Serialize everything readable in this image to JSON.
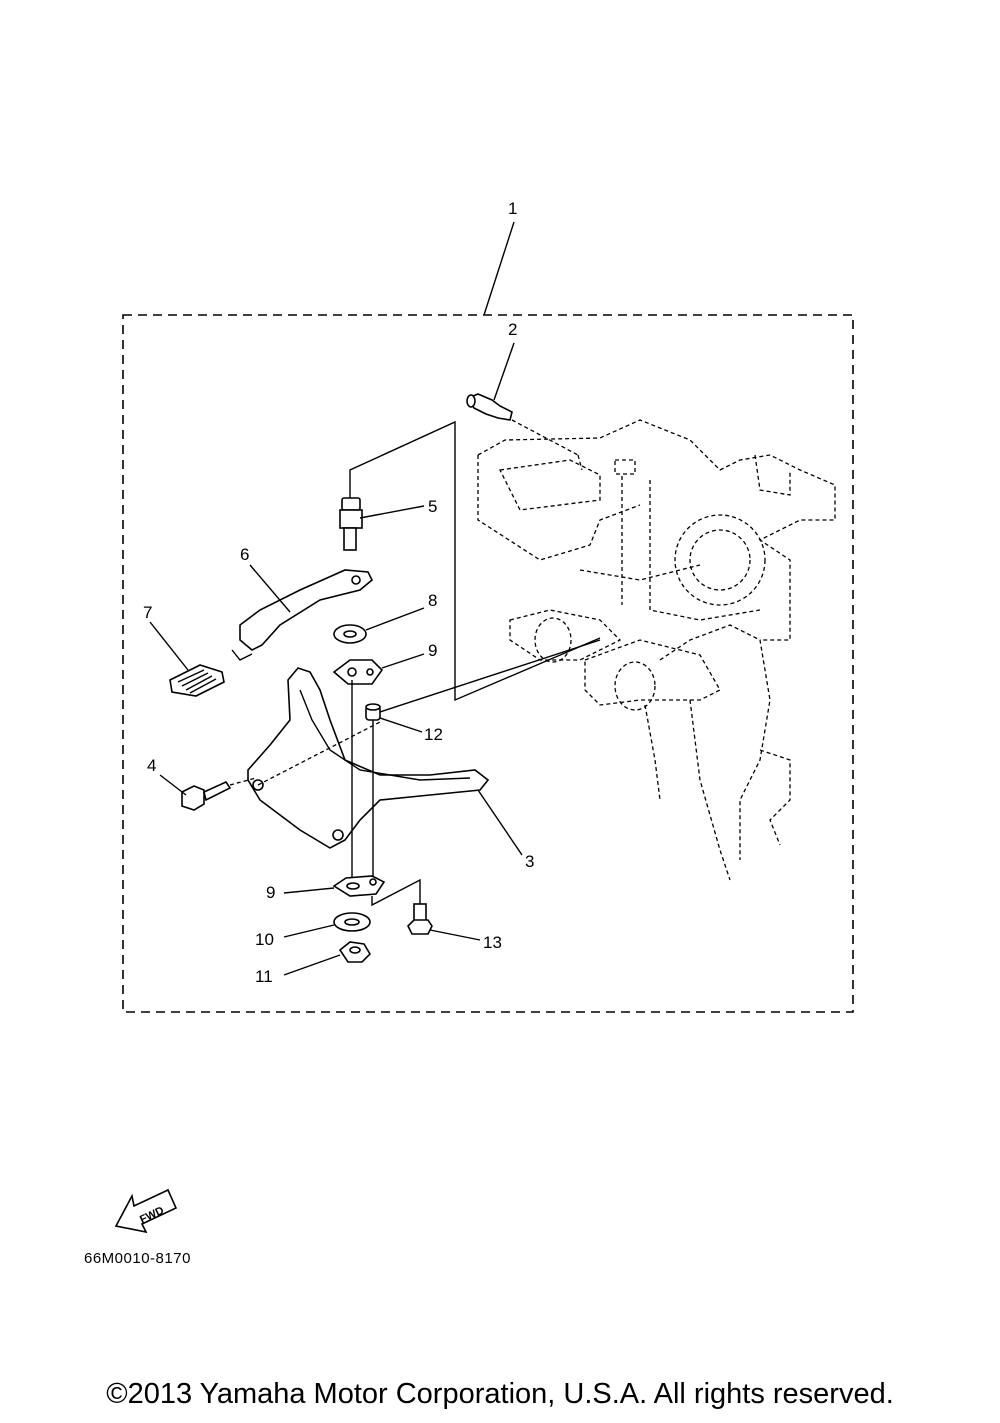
{
  "diagram": {
    "callouts": [
      "1",
      "2",
      "3",
      "4",
      "5",
      "6",
      "7",
      "8",
      "9",
      "9",
      "10",
      "11",
      "12",
      "13"
    ],
    "fwd_label": "FWD",
    "part_code": "66M0010-8170",
    "copyright": "©2013 Yamaha Motor Corporation, U.S.A. All rights reserved."
  }
}
